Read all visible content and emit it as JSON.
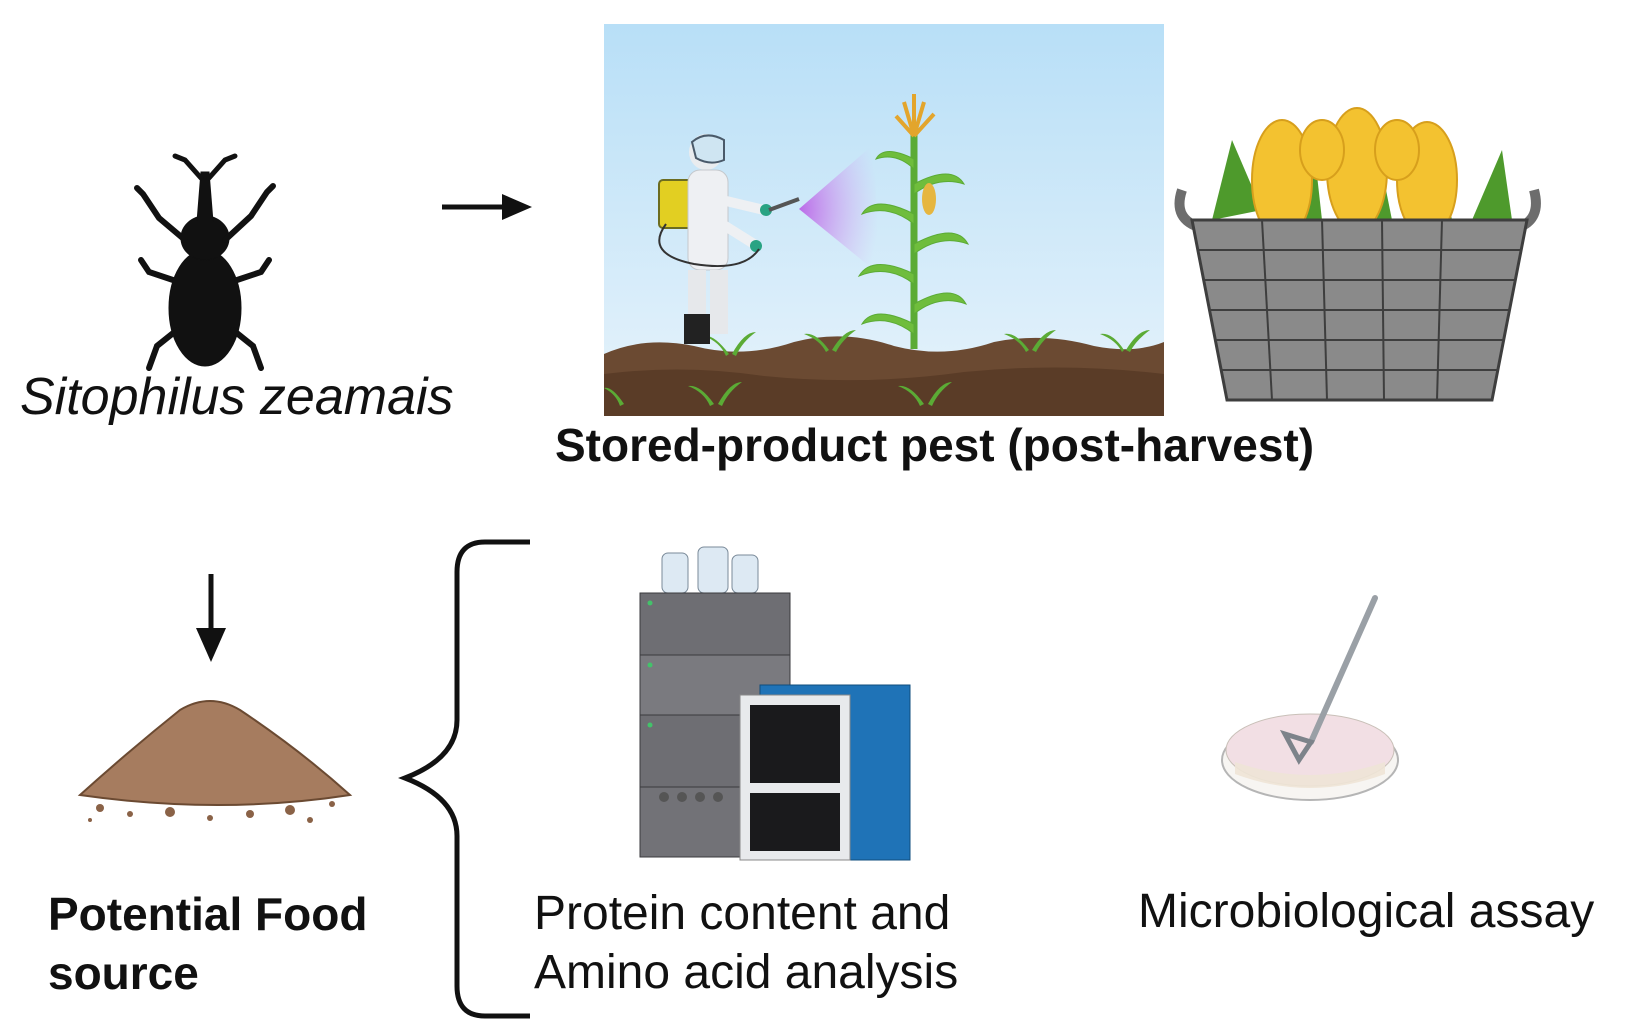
{
  "labels": {
    "species": "Sitophilus zeamais",
    "pest": "Stored-product pest (post-harvest)",
    "food": "Potential Food source",
    "protein": "Protein content and Amino acid analysis",
    "micro": "Microbiological assay"
  },
  "colors": {
    "sky_top": "#bfe3f7",
    "soil": "#6b4a32",
    "corn_yellow": "#f3c230",
    "leaf_green": "#4e9a2c",
    "basket_gray": "#7a7a7a",
    "powder_brown": "#a67c5f",
    "instrument_gray": "#6e6e73",
    "instrument_blue": "#1f73b7",
    "dish_pink": "#f2dfe4"
  },
  "icons": [
    "weevil-icon",
    "sprayer-field-illustration",
    "corn-basket-icon",
    "powder-pile-icon",
    "hplc-instrument-icon",
    "petri-dish-icon"
  ]
}
